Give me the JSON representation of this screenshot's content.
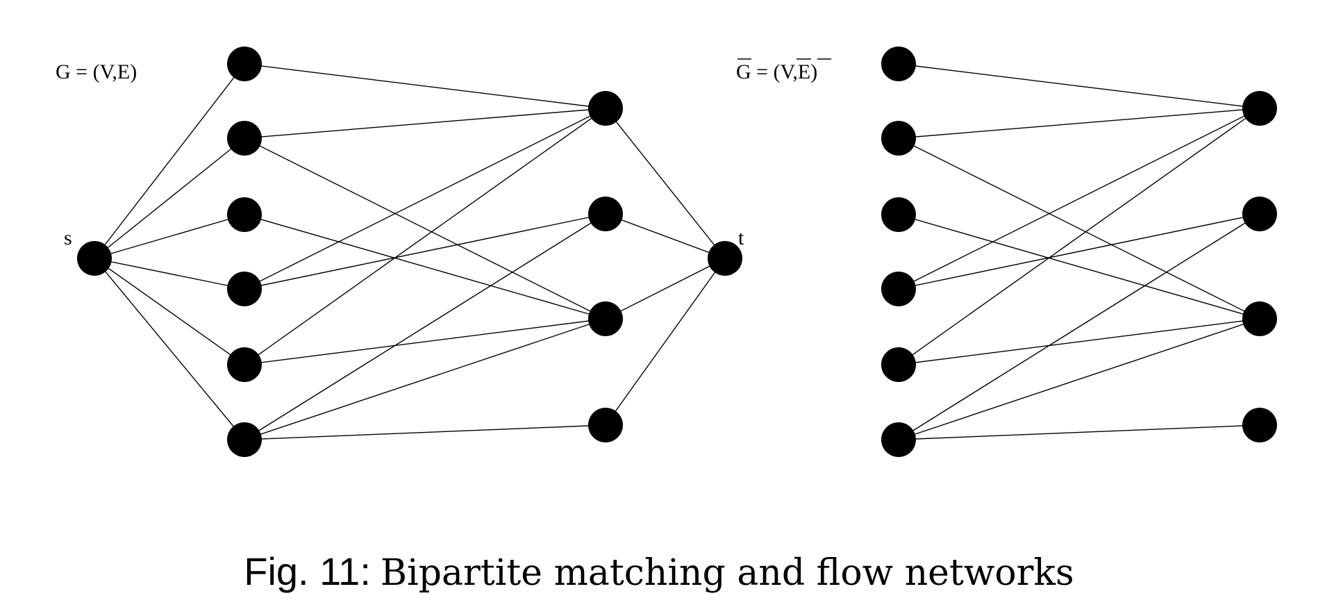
{
  "figure": {
    "caption_number": "Fig. 11",
    "caption_sep": ":",
    "caption_text": "Bipartite matching and flow networks"
  },
  "left_graph": {
    "label": "G = (V,E)",
    "source_label": "s",
    "sink_label": "t",
    "left_nodes": 6,
    "right_nodes": 4,
    "edges": [
      [
        0,
        0
      ],
      [
        1,
        0
      ],
      [
        1,
        2
      ],
      [
        2,
        2
      ],
      [
        3,
        0
      ],
      [
        3,
        1
      ],
      [
        4,
        0
      ],
      [
        4,
        2
      ],
      [
        5,
        1
      ],
      [
        5,
        2
      ],
      [
        5,
        3
      ]
    ]
  },
  "right_graph": {
    "label_parts": [
      "G",
      " = (",
      "V",
      ",",
      "E",
      ")"
    ],
    "left_nodes": 6,
    "right_nodes": 4,
    "edges": [
      [
        0,
        0
      ],
      [
        1,
        0
      ],
      [
        1,
        2
      ],
      [
        2,
        2
      ],
      [
        3,
        0
      ],
      [
        3,
        1
      ],
      [
        4,
        0
      ],
      [
        4,
        2
      ],
      [
        5,
        1
      ],
      [
        5,
        2
      ],
      [
        5,
        3
      ]
    ]
  }
}
